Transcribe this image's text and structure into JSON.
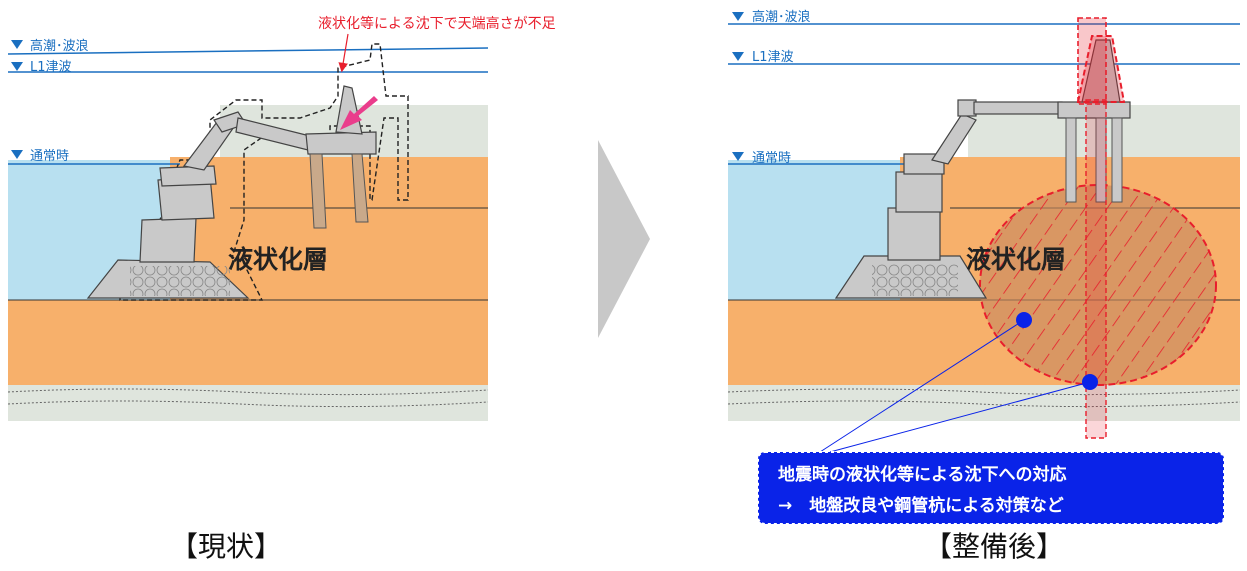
{
  "water_levels": {
    "high_tide": "高潮･波浪",
    "l1_tsunami": "L1津波",
    "normal": "通常時"
  },
  "layer_label": "液状化層",
  "before": {
    "alert": "液状化等による沈下で天端高さが不足",
    "caption": "【現状】"
  },
  "after": {
    "note_line1": "地震時の液状化等による沈下への対応",
    "note_line2": "→　地盤改良や鋼管杭による対策など",
    "caption": "【整備後】"
  },
  "colors": {
    "sea": "#b8e0f0",
    "liquefaction_layer": "#f7b06b",
    "ground": "#dfe5dd",
    "water_line": "#1a6fc0",
    "structure": "#c9c9c9",
    "countermeasure": "#e81e2c",
    "note_box": "#0a23e8",
    "arrow": "#c8c8c8"
  }
}
